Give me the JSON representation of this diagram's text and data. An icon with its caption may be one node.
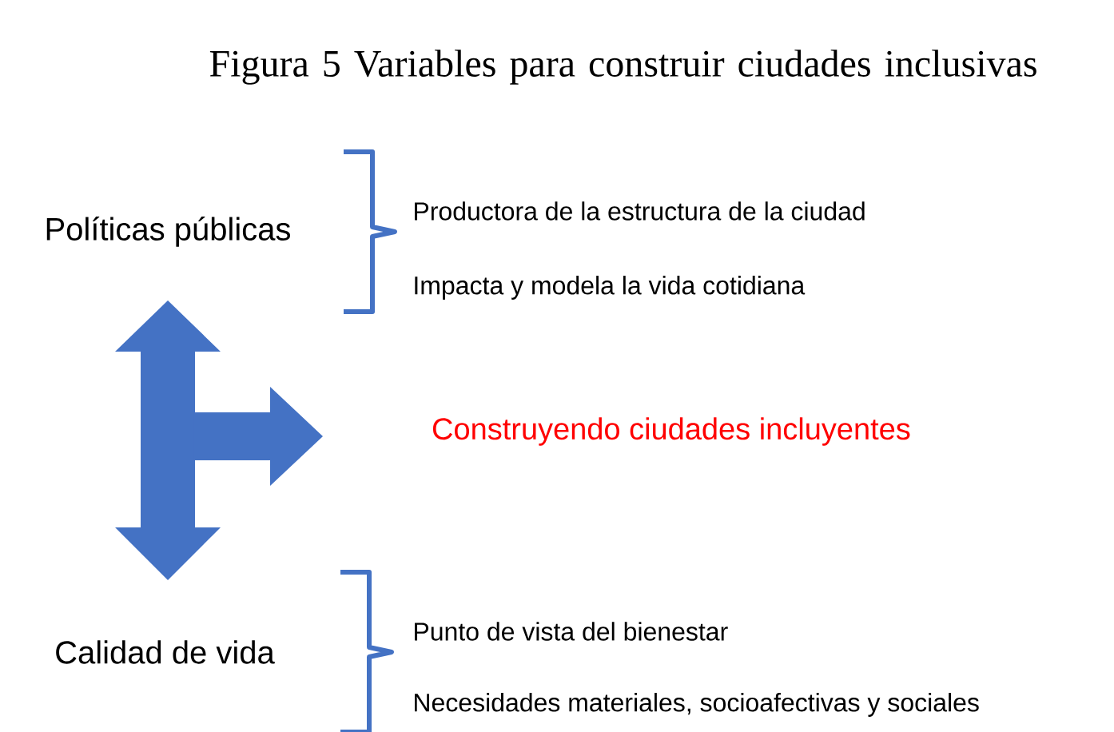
{
  "diagram": {
    "title": "Figura 5 Variables para construir ciudades inclusivas",
    "nodes": [
      {
        "text": [
          "Políticas públicas"
        ],
        "beside": [
          "Productora de la estructura de la ciudad",
          "Impacta y modela la vida cotidiana"
        ]
      },
      {
        "text": [
          "Calidad de vida"
        ],
        "beside": [
          "Punto de vista del bienestar",
          "Necesidades materiales, socioafectivas y sociales"
        ]
      },
      {
        "text": [
          "Construyendo ciudades  incluyentes"
        ]
      }
    ],
    "edges": [
      {
        "from": 0,
        "to": 1,
        "arrow": "both"
      },
      {
        "from": 0,
        "to": 2,
        "arrow": "to"
      },
      {
        "from": 1,
        "to": 2,
        "arrow": "to"
      }
    ]
  }
}
